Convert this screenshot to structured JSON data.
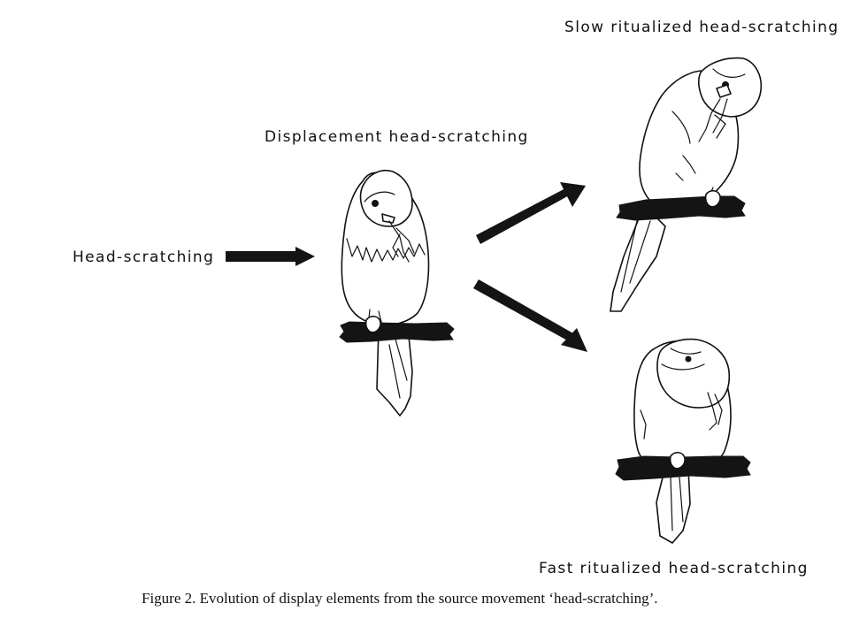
{
  "labels": {
    "head_scratching": "Head-scratching",
    "displacement": "Displacement head-scratching",
    "slow_ritualized": "Slow ritualized head-scratching",
    "fast_ritualized": "Fast ritualized head-scratching"
  },
  "caption": "Figure 2. Evolution of display elements from the source movement ‘head-scratching’.",
  "icons": [
    "parrot-displacement-drawing",
    "parrot-slow-ritualized-drawing",
    "parrot-fast-ritualized-drawing",
    "arrow-right-icon",
    "arrow-up-right-icon",
    "arrow-down-right-icon"
  ]
}
